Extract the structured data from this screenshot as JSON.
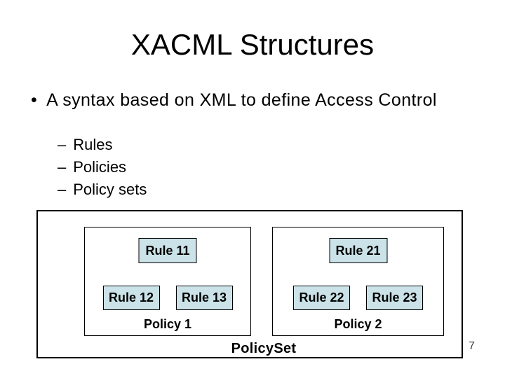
{
  "theme": {
    "rule-fill": "#cbe3e8",
    "line-color": "#000000",
    "text-color": "#000000",
    "page-number-color": "#3d3d3d"
  },
  "slide": {
    "title": "XACML Structures",
    "bullet_glyph": "•",
    "bullet_text": "A syntax based on XML to define Access Control",
    "dash_glyph": "–",
    "sub_bullets": [
      "Rules",
      "Policies",
      "Policy sets"
    ],
    "page_number": "7"
  },
  "diagram": {
    "policy_set_label": "PolicySet",
    "policies": [
      {
        "label": "Policy 1",
        "rule_top": "Rule 11",
        "rule_left": "Rule 12",
        "rule_right": "Rule 13"
      },
      {
        "label": "Policy 2",
        "rule_top": "Rule 21",
        "rule_left": "Rule 22",
        "rule_right": "Rule 23"
      }
    ]
  }
}
